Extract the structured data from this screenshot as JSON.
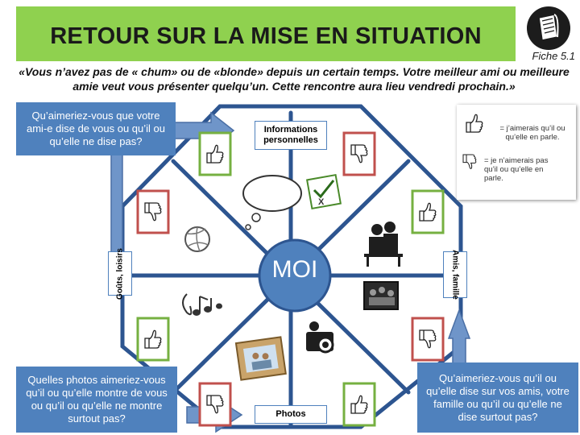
{
  "header": {
    "title": "RETOUR SUR LA MISE EN SITUATION",
    "fiche": "Fiche 5.1"
  },
  "intro": "«Vous n’avez pas de « chum» ou de «blonde» depuis un certain temps. Votre meilleur ami ou meilleure amie veut vous présenter quelqu’un. Cette rencontre aura lieu vendredi prochain.»",
  "questions": {
    "top_left": "Qu’aimeriez-vous que votre ami-e dise de vous ou qu’il ou qu’elle ne dise pas?",
    "bottom_left": "Quelles photos aimeriez-vous qu’il ou qu’elle montre de vous ou qu’il ou qu’elle ne montre surtout pas?",
    "bottom_right": "Qu’aimeriez-vous qu’il ou qu’elle dise sur vos amis, votre famille ou qu’il ou qu’elle ne dise surtout pas?"
  },
  "sections": {
    "info": "Informations personnelles",
    "gouts": "Goûts, loisirs",
    "amis": "Amis, famille",
    "photos": "Photos",
    "center": "MOI"
  },
  "legend": {
    "like": "= j’aimerais qu’il ou qu’elle en parle.",
    "dislike": "= je n’aimerais pas qu’il ou qu’elle en parle."
  },
  "colors": {
    "banner": "#8fd14f",
    "blue": "#4f81bd",
    "spoke_dark": "#2d5590",
    "green_frame": "#76b041",
    "red_frame": "#c0504d"
  },
  "icons": [
    "thumbs-up-icon",
    "thumbs-down-icon",
    "thought-bubble-icon",
    "checklist-icon",
    "volleyball-icon",
    "music-notes-icon",
    "couple-bench-icon",
    "family-photo-icon",
    "camera-icon",
    "picture-frame-icon",
    "book-logo-icon"
  ]
}
